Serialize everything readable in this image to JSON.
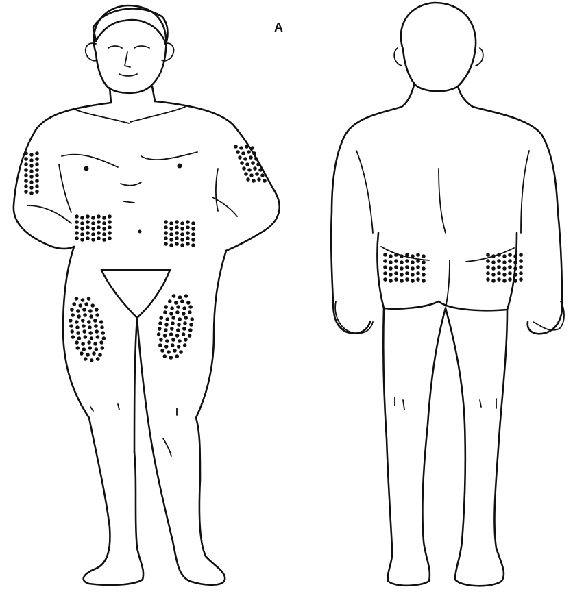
{
  "figure": {
    "label": "A",
    "views": [
      "front-view",
      "back-view"
    ],
    "regions": [
      {
        "name": "right-upper-arm-sites",
        "view": "front"
      },
      {
        "name": "left-upper-arm-sites",
        "view": "front"
      },
      {
        "name": "right-abdomen-sites",
        "view": "front"
      },
      {
        "name": "left-abdomen-sites",
        "view": "front"
      },
      {
        "name": "right-thigh-sites",
        "view": "front"
      },
      {
        "name": "left-thigh-sites",
        "view": "front"
      },
      {
        "name": "left-buttock-sites",
        "view": "back"
      },
      {
        "name": "right-buttock-sites",
        "view": "back"
      }
    ],
    "colors": {
      "ink": "#111111",
      "background": "#ffffff"
    }
  }
}
